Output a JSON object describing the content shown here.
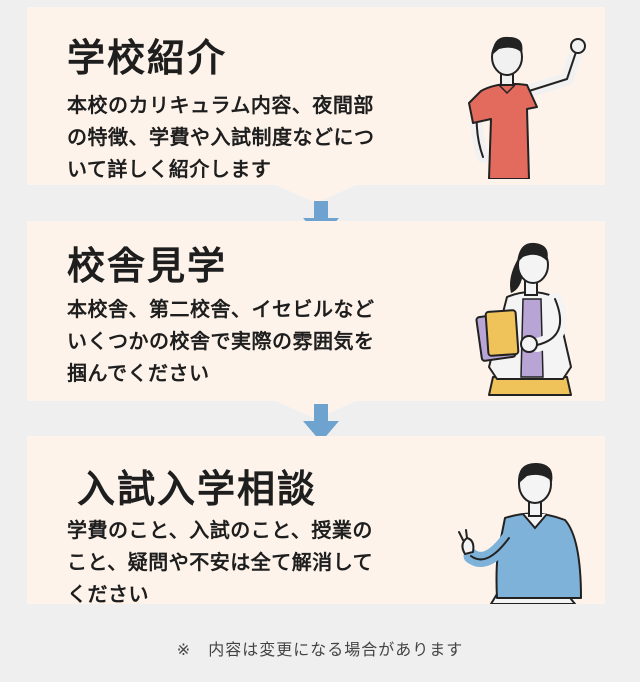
{
  "steps": [
    {
      "title": "学校紹介",
      "desc_lines": [
        "本校のカリキュラム内容、夜間部",
        "の特徴、学費や入試制度などにつ",
        "いて詳しく紹介します"
      ],
      "illustration": "teacher-pointing-icon"
    },
    {
      "title": "校舎見学",
      "desc_lines": [
        "本校舎、第二校舎、イセビルなど",
        "いくつかの校舎で実際の雰囲気を",
        "掴んでください"
      ],
      "illustration": "student-holding-books-icon"
    },
    {
      "title": "入試入学相談",
      "desc_lines": [
        "学費のこと、入試のこと、授業の",
        "こと、疑問や不安は全て解消して",
        "ください"
      ],
      "illustration": "counselor-gesturing-icon"
    }
  ],
  "note": "※　内容は変更になる場合があります",
  "colors": {
    "card": "#fdf3ea",
    "arrow": "#6ea3cf",
    "background": "#efefef"
  }
}
